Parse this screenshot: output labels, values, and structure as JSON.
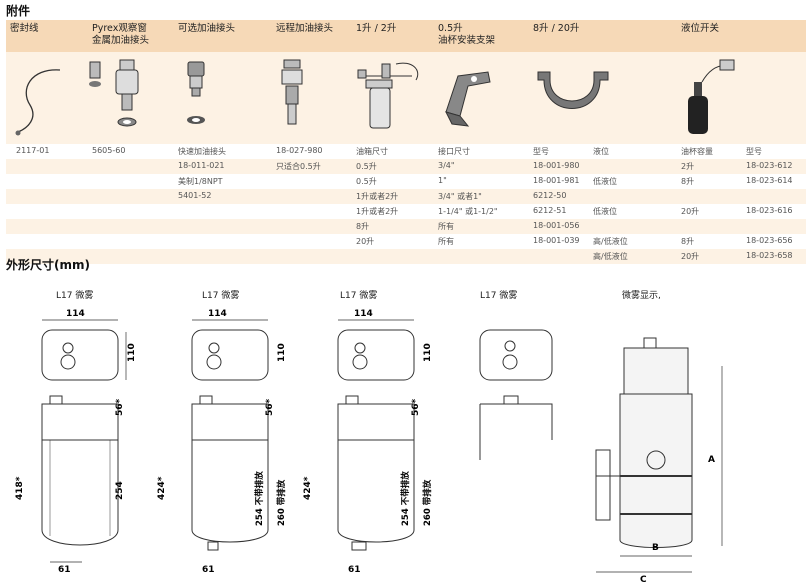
{
  "accessories": {
    "title": "附件",
    "headers": [
      "密封线",
      "Pyrex观察窗\n金属加油接头",
      "可选加油接头",
      "远程加油接头",
      "1升 / 2升",
      "0.5升\n油杯安装支架",
      "8升 / 20升",
      "液位开关"
    ],
    "rows": [
      [
        "2117-01",
        "5605-60",
        "快速加油接头",
        "18-027-980",
        "油箱尺寸",
        "接口尺寸",
        "型号",
        "液位",
        "油杯容量",
        "型号"
      ],
      [
        "",
        "",
        "18-011-021",
        "只适合0.5升",
        "0.5升",
        "3/4\"",
        "18-001-980",
        "",
        "2升",
        "18-023-612"
      ],
      [
        "",
        "",
        "美制1/8NPT",
        "",
        "0.5升",
        "1\"",
        "18-001-981",
        "低液位",
        "8升",
        "18-023-614"
      ],
      [
        "",
        "",
        "5401-52",
        "",
        "1升或者2升",
        "3/4\" 或者1\"",
        "6212-50",
        "",
        "",
        ""
      ],
      [
        "",
        "",
        "",
        "",
        "1升或者2升",
        "1-1/4\" 或1-1/2\"",
        "6212-51",
        "低液位",
        "20升",
        "18-023-616"
      ],
      [
        "",
        "",
        "",
        "",
        "8升",
        "所有",
        "18-001-056",
        "",
        "",
        ""
      ],
      [
        "",
        "",
        "",
        "",
        "20升",
        "所有",
        "18-001-039",
        "高/低液位",
        "8升",
        "18-023-656"
      ],
      [
        "",
        "",
        "",
        "",
        "",
        "",
        "",
        "高/低液位",
        "20升",
        "18-023-658"
      ]
    ]
  },
  "dimensions": {
    "title": "外形尺寸(mm)",
    "drawings": [
      {
        "caption": "L17 微雾",
        "width_top": "114",
        "height_head": "110",
        "clearance": "56*",
        "total": "418*",
        "body": "254",
        "bottom": "61"
      },
      {
        "caption": "L17 微雾",
        "width_top": "114",
        "height_head": "110",
        "clearance": "56*",
        "total": "424*",
        "body": "254 不带排放",
        "body2": "260 带排放",
        "bottom": "61"
      },
      {
        "caption": "L17 微雾",
        "width_top": "114",
        "height_head": "110",
        "clearance": "56*",
        "total": "424*",
        "body": "254 不带排放",
        "body2": "260 带排放",
        "bottom": "61"
      },
      {
        "caption": "L17 微雾"
      },
      {
        "caption": "微雾显示,",
        "dim_a": "A",
        "dim_b": "B",
        "dim_c": "C"
      }
    ]
  }
}
